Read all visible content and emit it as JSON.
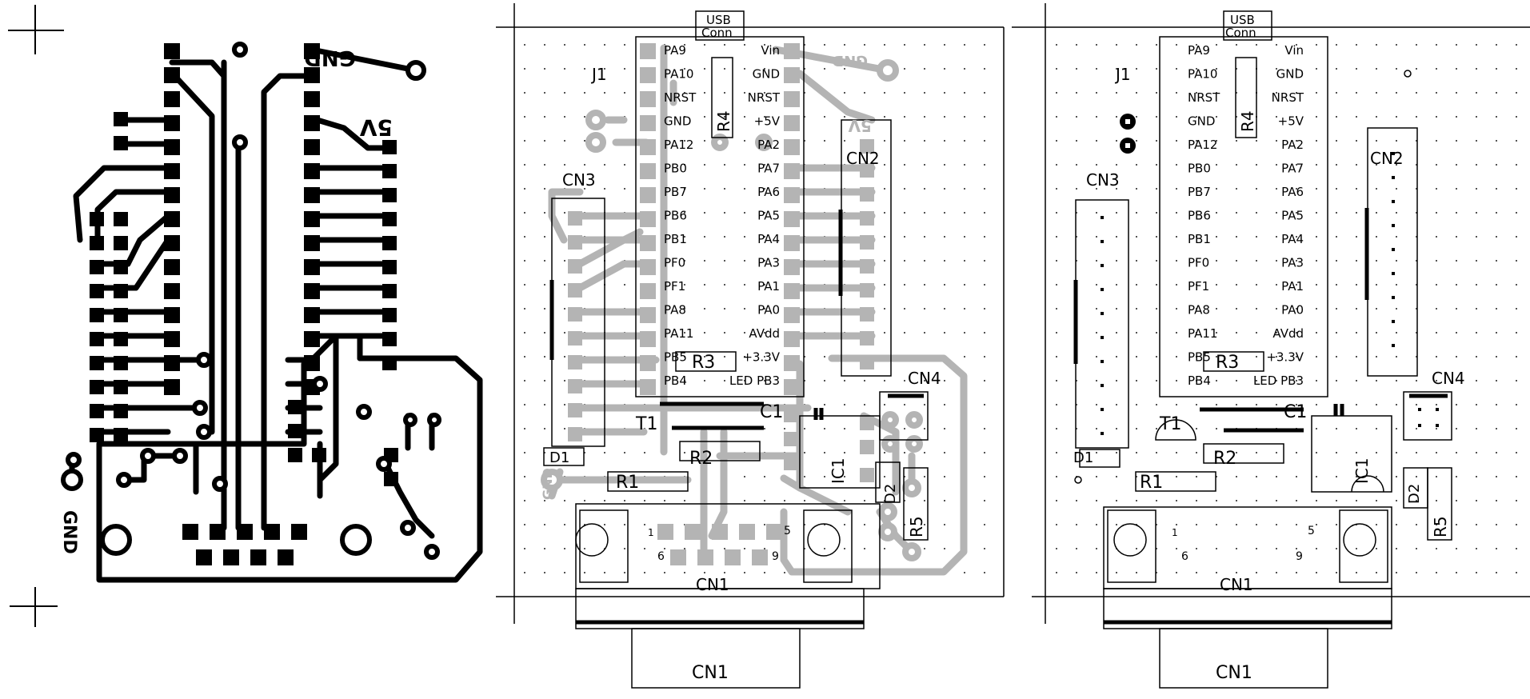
{
  "copper": {
    "gnd": "GND",
    "v5": "5V",
    "gnd_side": "GND"
  },
  "silk": {
    "j1": "J1",
    "usb1": "USB",
    "usb2": "Conn",
    "left_pins": [
      "PA9",
      "PA10",
      "NRST",
      "GND",
      "PA12",
      "PB0",
      "PB7",
      "PB6",
      "PB1",
      "PF0",
      "PF1",
      "PA8",
      "PA11",
      "PB5",
      "PB4"
    ],
    "right_pins": [
      "Vin",
      "GND",
      "NRST",
      "+5V",
      "PA2",
      "PA7",
      "PA6",
      "PA5",
      "PA4",
      "PA3",
      "PA1",
      "PA0",
      "AVdd",
      "+3.3V",
      "LED PB3"
    ],
    "cn1": "CN1",
    "cn2": "CN2",
    "cn3": "CN3",
    "cn4": "CN4",
    "r1": "R1",
    "r2": "R2",
    "r3": "R3",
    "r4": "R4",
    "r5": "R5",
    "c1": "C1",
    "ic1": "IC1",
    "t1": "T1",
    "d1": "D1",
    "d2": "D2",
    "pin1": "1",
    "pin5": "5",
    "pin6": "6",
    "pin9": "9",
    "gnd": "GND",
    "v5": "5V"
  },
  "colors": {
    "copper": "#000000",
    "trace_gray": "#b4b4b4",
    "silk": "#000000",
    "grid_dot": "#666666"
  }
}
